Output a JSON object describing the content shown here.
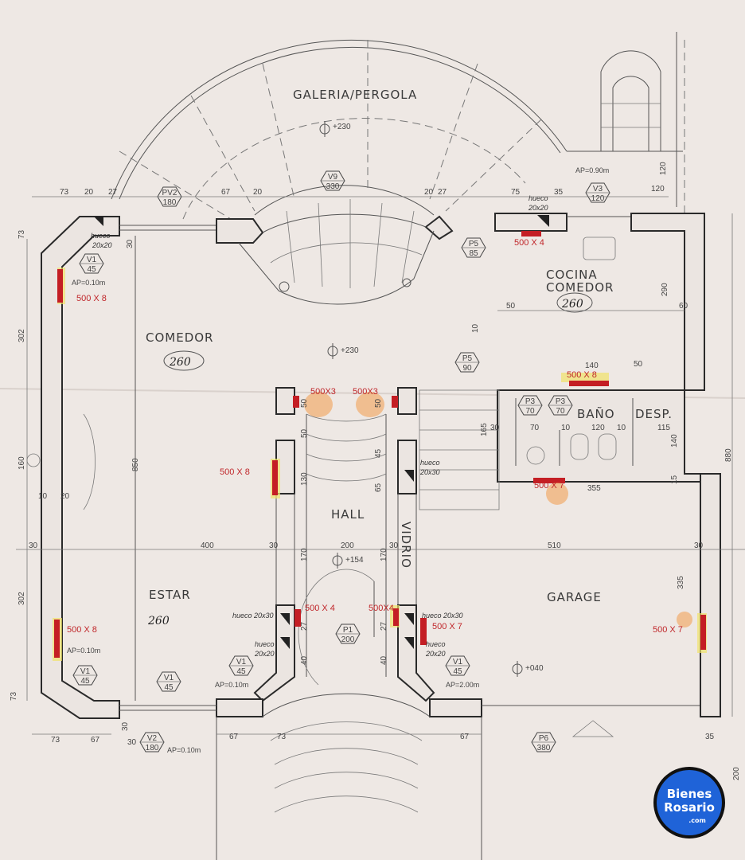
{
  "rooms": {
    "galeria": "GALERIA/PERGOLA",
    "cocina": "COCINA",
    "cocina_comedor": "COMEDOR",
    "comedor": "COMEDOR",
    "hall": "HALL",
    "estar": "ESTAR",
    "garage": "GARAGE",
    "bano": "BAÑO",
    "desp": "DESP.",
    "vidrio": "VIDRIO"
  },
  "levels": {
    "galeria": "+230",
    "comedor": "+230",
    "hall": "+154",
    "garage": "+040"
  },
  "openings": [
    {
      "code": "V9",
      "size": "330"
    },
    {
      "code": "PV2",
      "size": "180"
    },
    {
      "code": "P5",
      "size": "85"
    },
    {
      "code": "V3",
      "size": "120"
    },
    {
      "code": "V1",
      "size": "45"
    },
    {
      "code": "P5",
      "size": "90"
    },
    {
      "code": "P3",
      "size": "70"
    },
    {
      "code": "P3",
      "size": "70"
    },
    {
      "code": "V1",
      "size": "45"
    },
    {
      "code": "V1",
      "size": "45"
    },
    {
      "code": "P1",
      "size": "200"
    },
    {
      "code": "V1",
      "size": "45"
    },
    {
      "code": "V1",
      "size": "45"
    },
    {
      "code": "V2",
      "size": "180"
    },
    {
      "code": "P6",
      "size": "380"
    }
  ],
  "handwritten": {
    "comedor": "260",
    "estar": "260",
    "cocina": "260"
  },
  "red_notes": [
    "500 X 8",
    "500 X 4",
    "500 X 8",
    "500X3",
    "500X3",
    "500 X 8",
    "500 X 7",
    "500 X 4",
    "500X4",
    "500 X 7",
    "500 X 8",
    "500 X 7"
  ],
  "ap_notes": [
    "AP=0.90m",
    "AP=0.10m",
    "AP=0.10m",
    "AP=0.10m",
    "AP=2.00m",
    "AP=0.10m"
  ],
  "hueco": {
    "h2020": "hueco",
    "h2020_size": "20x20",
    "h2030": "hueco 20x30",
    "h2030_b": "hueco",
    "h2030_b_size": "20x30"
  },
  "dims": {
    "top_left": [
      "73",
      "20",
      "27",
      "67",
      "20",
      "20",
      "27",
      "75",
      "35",
      "120",
      "120"
    ],
    "left": [
      "73",
      "302",
      "160",
      "302",
      "73",
      "10",
      "20",
      "30"
    ],
    "comedor": [
      "30",
      "850",
      "400",
      "30"
    ],
    "hall": [
      "50",
      "50",
      "50",
      "130",
      "45",
      "65",
      "200",
      "30",
      "170",
      "170",
      "27",
      "27",
      "40",
      "40"
    ],
    "kitchen": [
      "50",
      "140",
      "50",
      "290",
      "60",
      "10"
    ],
    "bath": [
      "165",
      "30",
      "70",
      "10",
      "120",
      "10",
      "115",
      "140",
      "355",
      "15"
    ],
    "garage": [
      "510",
      "30",
      "335",
      "880",
      "35",
      "200"
    ],
    "bottom": [
      "73",
      "67",
      "30",
      "67",
      "73",
      "67"
    ]
  },
  "logo": {
    "line1": "Bienes",
    "line2": "Rosario",
    "line3": ".com"
  },
  "colors": {
    "paper": "#eee8e4",
    "marker_red": "#c41e24",
    "logo_blue": "#1f63d8"
  }
}
